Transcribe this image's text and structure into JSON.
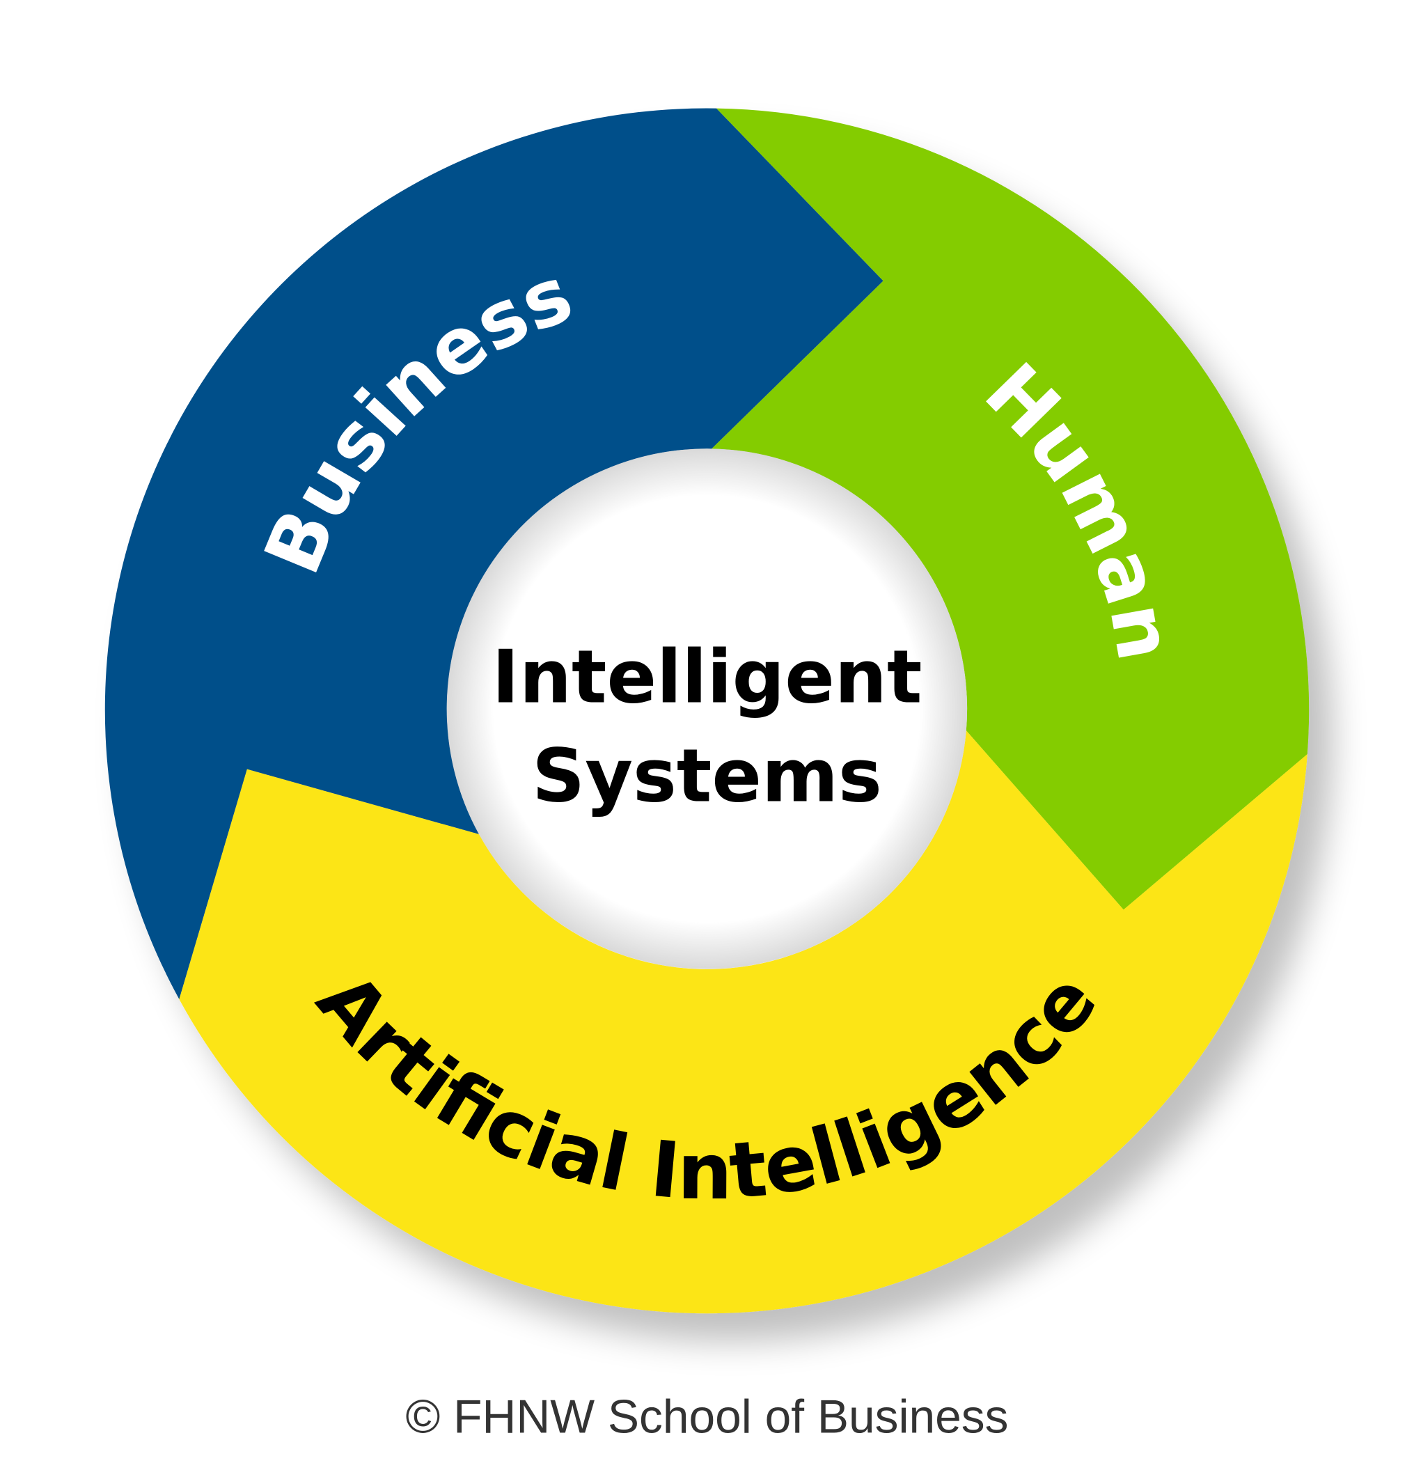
{
  "diagram": {
    "segments": [
      {
        "label": "Business",
        "color": "#034F8A",
        "text_color": "#FFFFFF"
      },
      {
        "label": "Human",
        "color": "#84CC04",
        "text_color": "#FFFFFF"
      },
      {
        "label": "Artificial Intelligence",
        "color": "#FCE513",
        "text_color": "#000000"
      }
    ],
    "center": {
      "line1": "Intelligent",
      "line2": "Systems"
    },
    "footer": "© FHNW School of Business"
  }
}
